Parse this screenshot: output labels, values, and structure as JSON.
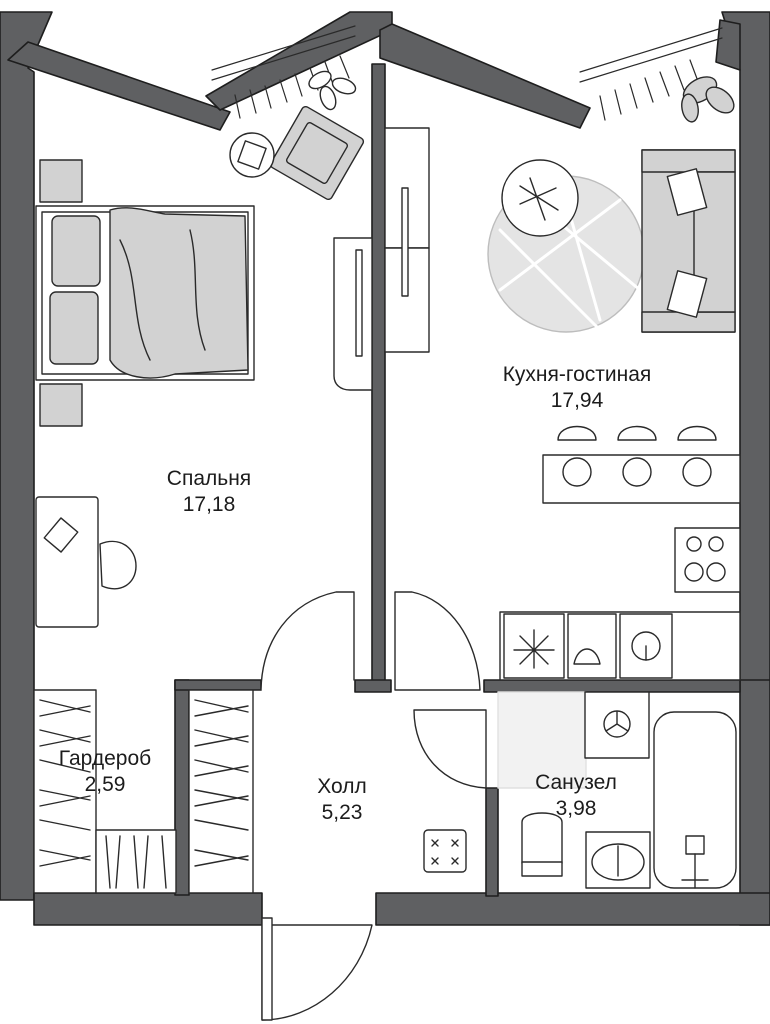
{
  "colors": {
    "wall": "#5f6062",
    "wall_stroke": "#1e1e1e",
    "furniture": "#d2d2d2",
    "line": "#2a2a2a",
    "background": "#ffffff"
  },
  "rooms": [
    {
      "id": "bedroom",
      "name": "Спальня",
      "area": "17,18"
    },
    {
      "id": "kitchen-living",
      "name": "Кухня-гостиная",
      "area": "17,94"
    },
    {
      "id": "wardrobe",
      "name": "Гардероб",
      "area": "2,59"
    },
    {
      "id": "hall",
      "name": "Холл",
      "area": "5,23"
    },
    {
      "id": "bathroom",
      "name": "Санузел",
      "area": "3,98"
    }
  ]
}
